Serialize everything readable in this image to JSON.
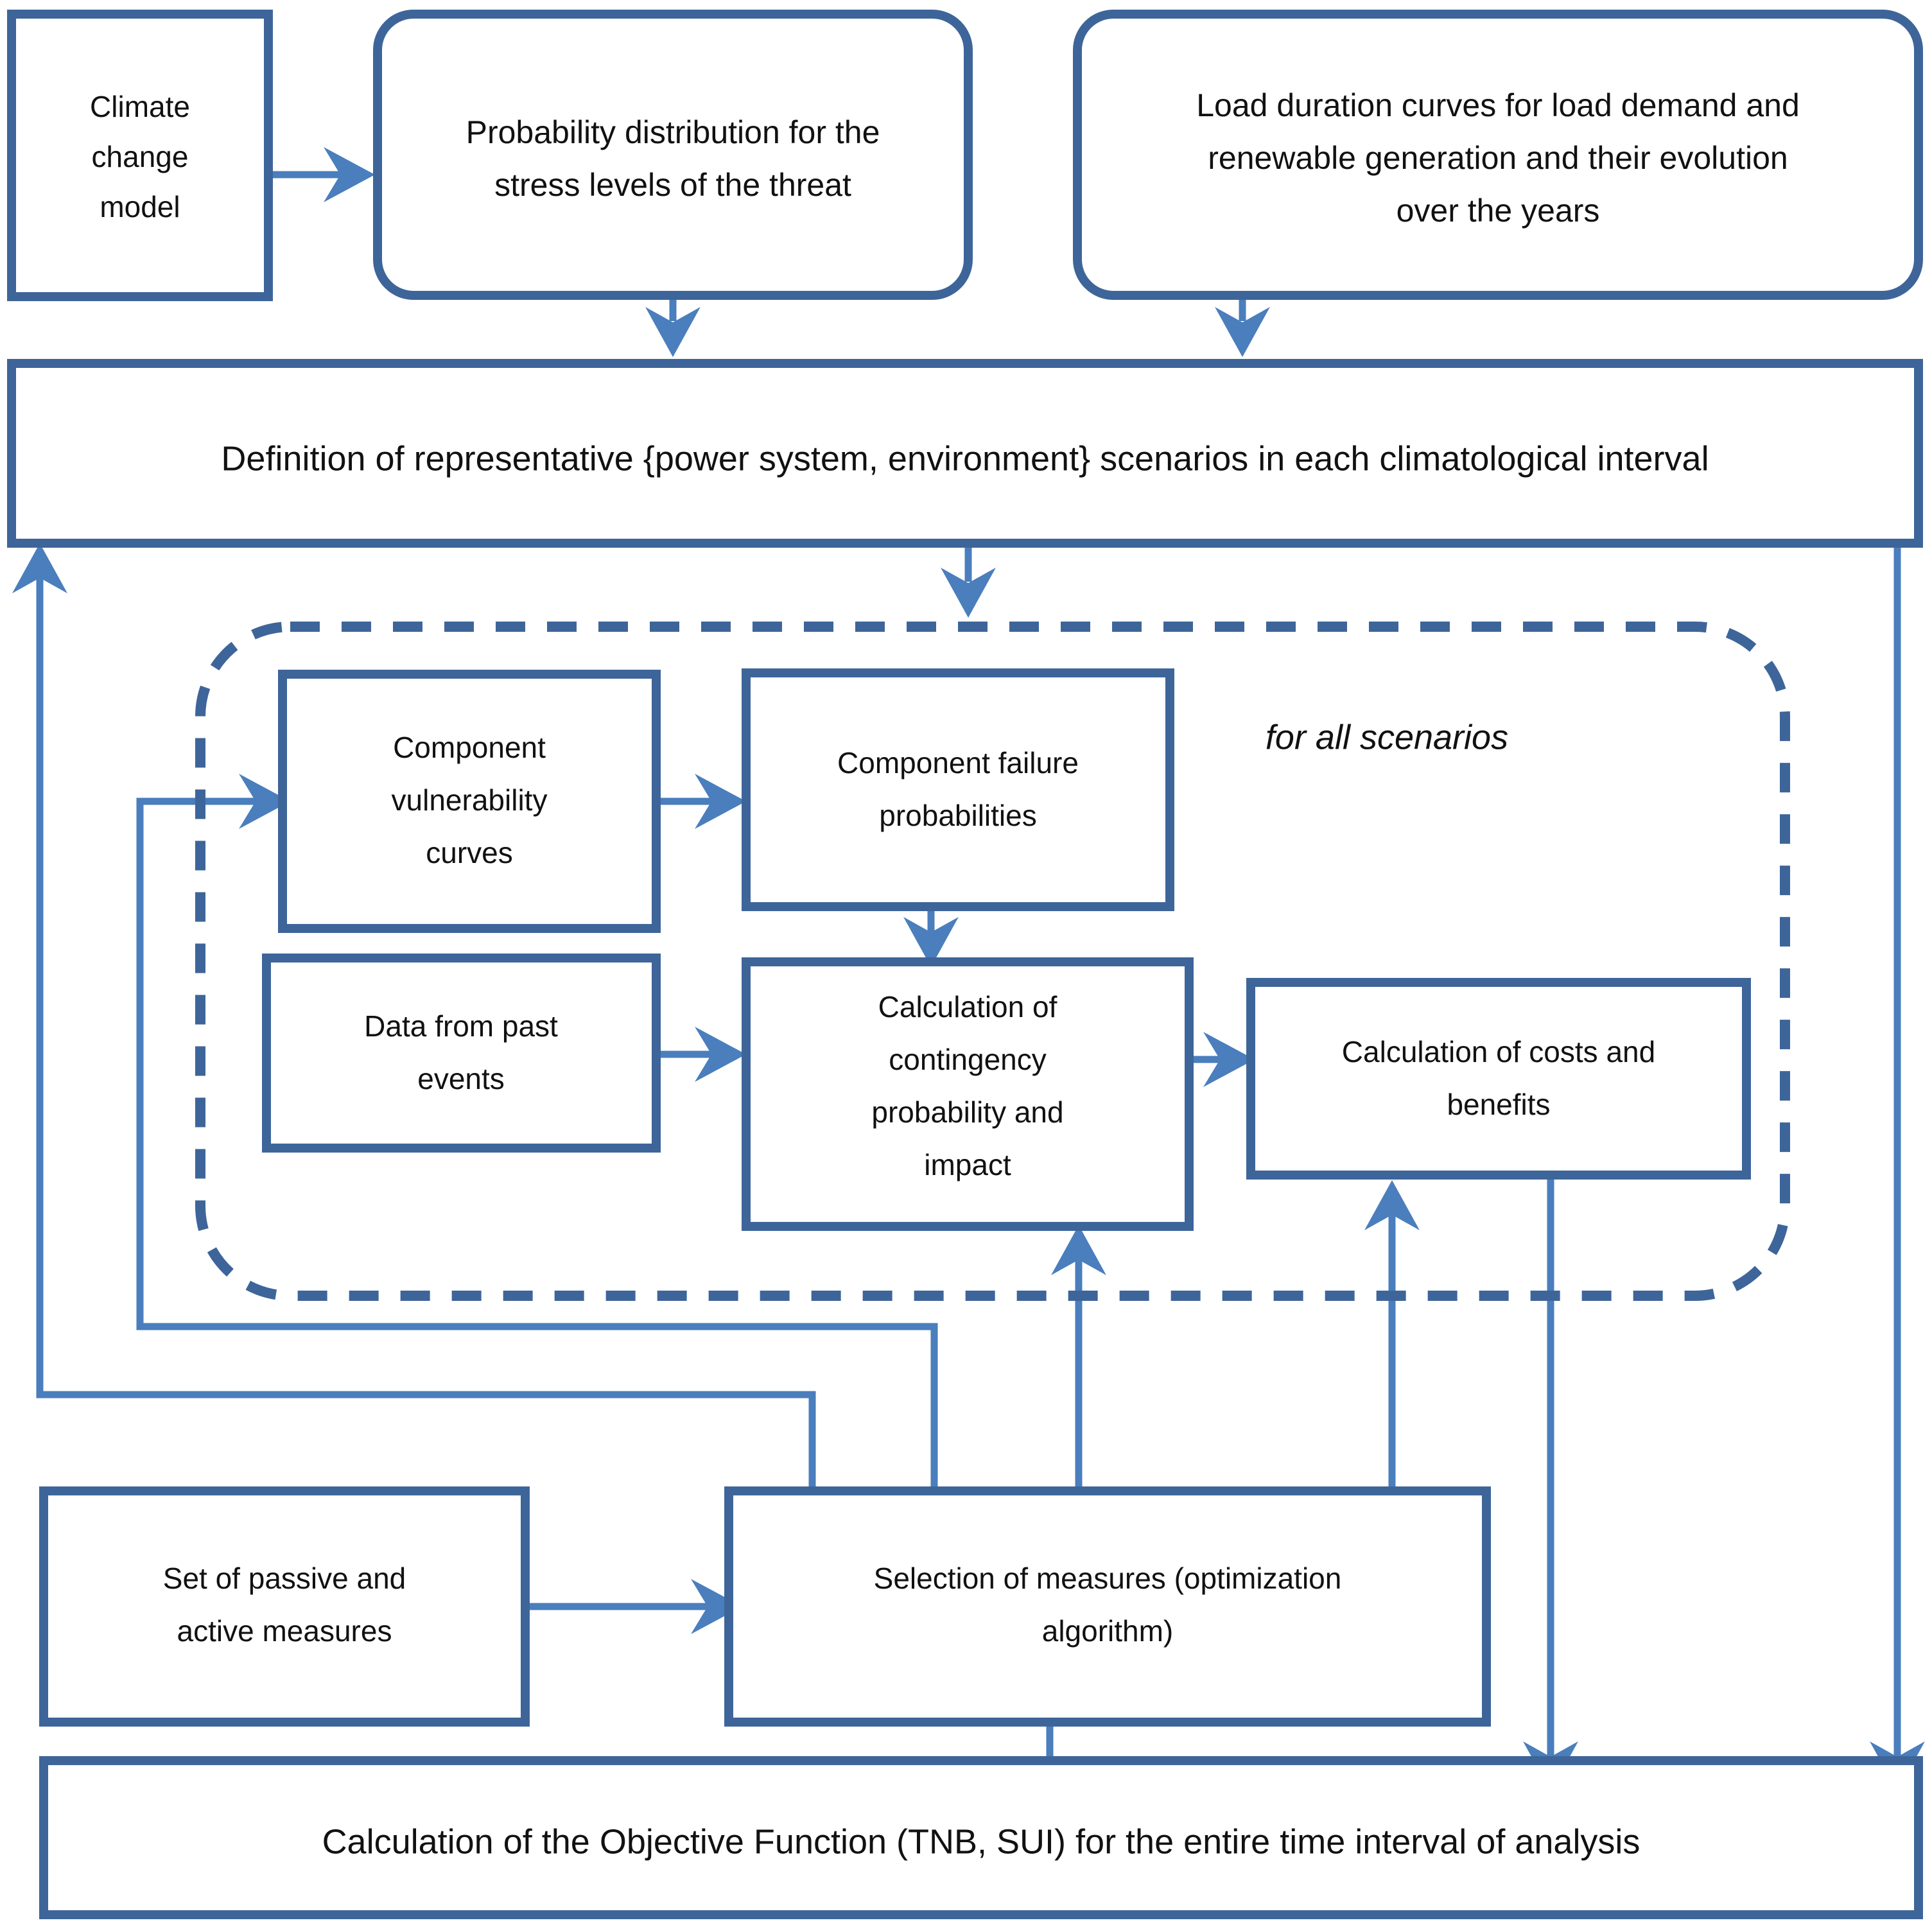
{
  "diagram": {
    "title": "Climate change adaptation planning framework for power systems",
    "colors": {
      "box_border": "#3e6599",
      "connector": "#4a7ebd",
      "dashed_region": "#3e6599",
      "text": "#111111",
      "background": "#ffffff"
    },
    "nodes": [
      {
        "id": "climate-change-model",
        "label": "Climate\nchange\nmodel",
        "lines": [
          "Climate",
          "change",
          "model"
        ],
        "shape": "rectangle"
      },
      {
        "id": "probability-distribution",
        "label": "Probability distribution for the stress levels of the threat",
        "lines": [
          "Probability distribution for the",
          "stress levels of the threat"
        ],
        "shape": "rounded-rectangle"
      },
      {
        "id": "load-duration-curves",
        "label": "Load duration curves for load demand and renewable generation and their evolution over the years",
        "lines": [
          "Load duration curves for load demand and",
          "renewable generation and their evolution",
          "over the years"
        ],
        "shape": "rounded-rectangle"
      },
      {
        "id": "definition-of-scenarios",
        "label": "Definition of representative {power system, environment} scenarios in each climatological interval",
        "lines": [
          "Definition of representative {power system, environment} scenarios in each climatological interval"
        ],
        "shape": "rectangle"
      },
      {
        "id": "component-vulnerability-curves",
        "label": "Component vulnerability curves",
        "lines": [
          "Component",
          "vulnerability",
          "curves"
        ],
        "shape": "rectangle"
      },
      {
        "id": "component-failure-probabilities",
        "label": "Component failure probabilities",
        "lines": [
          "Component failure",
          "probabilities"
        ],
        "shape": "rectangle"
      },
      {
        "id": "data-from-past-events",
        "label": "Data from past events",
        "lines": [
          "Data from past",
          "events"
        ],
        "shape": "rectangle"
      },
      {
        "id": "calculation-of-contingency",
        "label": "Calculation of contingency probability and impact",
        "lines": [
          "Calculation of",
          "contingency",
          "probability and",
          "impact"
        ],
        "shape": "rectangle"
      },
      {
        "id": "calculation-of-costs-and-benefits",
        "label": "Calculation of costs and benefits",
        "lines": [
          "Calculation of costs and",
          "benefits"
        ],
        "shape": "rectangle"
      },
      {
        "id": "set-of-measures",
        "label": "Set of passive and active measures",
        "lines": [
          "Set of passive and",
          "active measures"
        ],
        "shape": "rectangle"
      },
      {
        "id": "selection-of-measures",
        "label": "Selection of measures (optimization algorithm)",
        "lines": [
          "Selection of measures (optimization",
          "algorithm)"
        ],
        "shape": "rectangle"
      },
      {
        "id": "objective-function",
        "label": "Calculation of the Objective Function (TNB, SUI) for the entire time interval of analysis",
        "lines": [
          "Calculation of the Objective Function (TNB, SUI) for the entire time interval of analysis"
        ],
        "shape": "rectangle"
      }
    ],
    "annotations": [
      {
        "id": "for-all-scenarios",
        "label": "for all scenarios",
        "style": "italic"
      }
    ],
    "region": {
      "id": "for-all-scenarios-region",
      "style": "dashed rounded rectangle",
      "label": "for all scenarios"
    },
    "edges": [
      {
        "from": "climate-change-model",
        "to": "probability-distribution"
      },
      {
        "from": "probability-distribution",
        "to": "definition-of-scenarios"
      },
      {
        "from": "load-duration-curves",
        "to": "definition-of-scenarios"
      },
      {
        "from": "definition-of-scenarios",
        "to": "component-failure-probabilities"
      },
      {
        "from": "component-vulnerability-curves",
        "to": "component-failure-probabilities"
      },
      {
        "from": "component-failure-probabilities",
        "to": "calculation-of-contingency"
      },
      {
        "from": "data-from-past-events",
        "to": "calculation-of-contingency"
      },
      {
        "from": "calculation-of-contingency",
        "to": "calculation-of-costs-and-benefits"
      },
      {
        "from": "set-of-measures",
        "to": "selection-of-measures"
      },
      {
        "from": "selection-of-measures",
        "to": "component-vulnerability-curves"
      },
      {
        "from": "selection-of-measures",
        "to": "definition-of-scenarios"
      },
      {
        "from": "selection-of-measures",
        "to": "calculation-of-contingency"
      },
      {
        "from": "selection-of-measures",
        "to": "calculation-of-costs-and-benefits"
      },
      {
        "from": "objective-function",
        "to": "selection-of-measures"
      },
      {
        "from": "calculation-of-costs-and-benefits",
        "to": "objective-function"
      },
      {
        "from": "definition-of-scenarios",
        "to": "objective-function"
      }
    ]
  }
}
